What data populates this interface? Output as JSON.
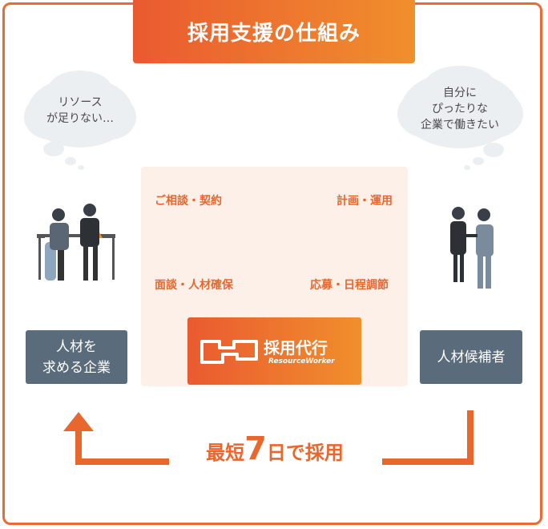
{
  "title": "採用支援の仕組み",
  "left_bubble": [
    "リソース",
    "が足りない…"
  ],
  "right_bubble": [
    "自分に",
    "ぴったりな",
    "企業で働きたい"
  ],
  "left_box": [
    "人材を",
    "求める企業"
  ],
  "right_box": "人材候補者",
  "labels": {
    "top_left": "ご相談・契約",
    "top_right": "計画・運用",
    "bottom_left": "面談・人材確保",
    "bottom_right": "応募・日程調節"
  },
  "service": {
    "name": "採用代行",
    "sub": "ResourceWorker"
  },
  "tagline": {
    "prefix": "最短",
    "number": "7",
    "suffix": "日で採用"
  },
  "colors": {
    "accent": "#e8672d",
    "accent_light": "#f08f2c",
    "box": "#5a6c7b",
    "panel": "#fdf0e9"
  }
}
